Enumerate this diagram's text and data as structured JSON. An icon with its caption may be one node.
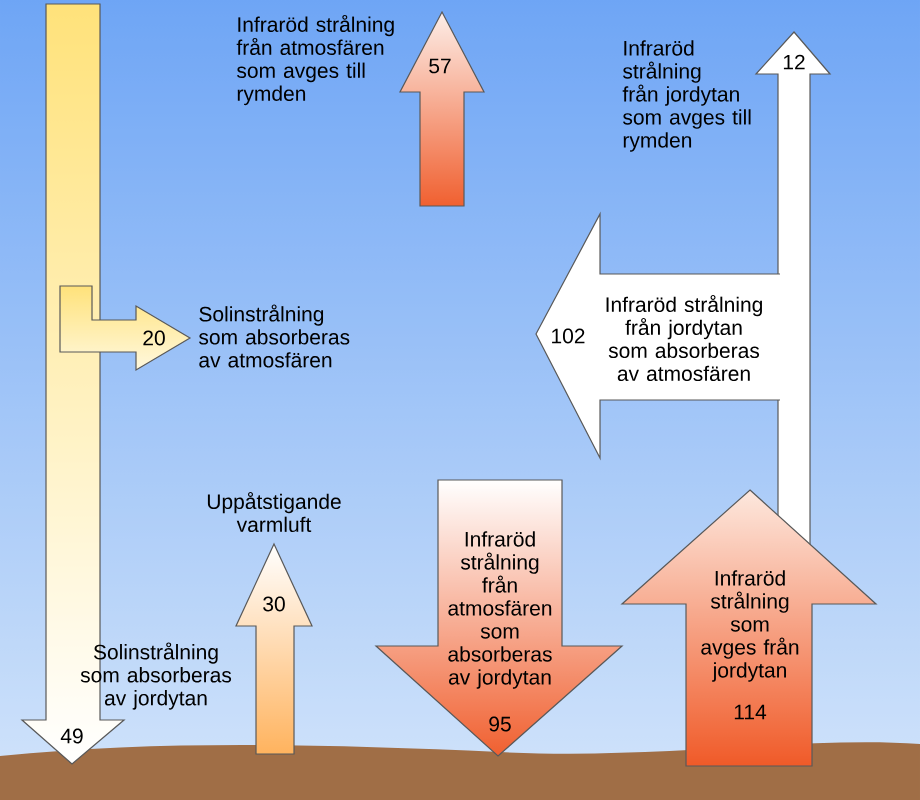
{
  "diagram": {
    "nodes": [
      {
        "text": [
          "49"
        ],
        "beside": [
          "Solinstrålning som absorberas av jordytan"
        ]
      },
      {
        "text": [
          "20"
        ],
        "beside": [
          "Solinstrålning som absorberas av atmosfären"
        ]
      },
      {
        "text": [
          "57"
        ],
        "beside": [
          "Infraröd strålning från atmosfären som avges till rymden"
        ]
      },
      {
        "text": [
          "12"
        ],
        "beside": [
          "Infraröd strålning från jordytan som avges till rymden"
        ]
      },
      {
        "text": [
          "102",
          "Infraröd strålning från jordytan som absorberas av atmosfären"
        ]
      },
      {
        "text": [
          "30"
        ],
        "beside": [
          "Uppåtstigande varmluft"
        ]
      },
      {
        "text": [
          "Infraröd strålning från atmosfären som absorberas av jordytan",
          "95"
        ]
      },
      {
        "text": [
          "Infraröd strålning som avges från jordytan",
          "114"
        ]
      }
    ]
  }
}
